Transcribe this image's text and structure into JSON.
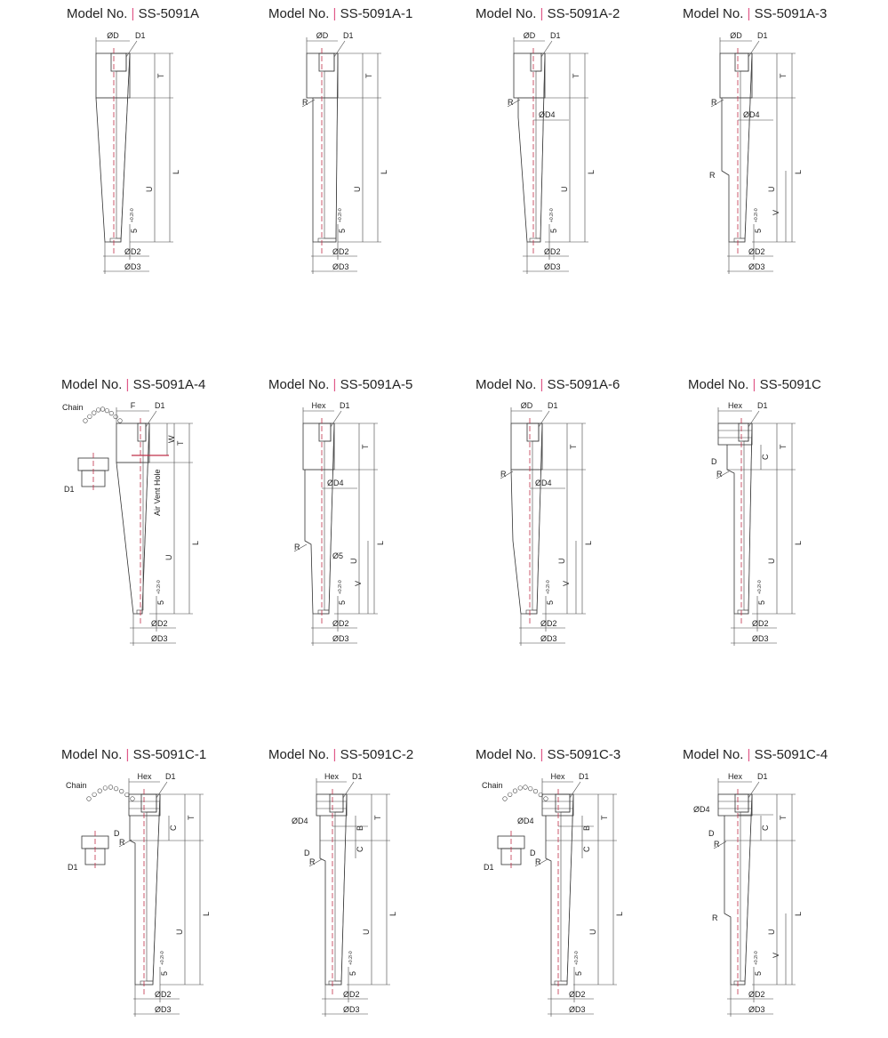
{
  "title_prefix": "Model No.",
  "colors": {
    "accent": "#e05a8a",
    "centerline": "#c0304a",
    "line": "#333333"
  },
  "models": [
    {
      "number": "SS-5091A",
      "labels": {
        "OD": "ØD",
        "D1": "D1",
        "T": "T",
        "L": "L",
        "U": "U",
        "five": "5",
        "tol": "+0.2/-0",
        "D2": "ØD2",
        "D3": "ØD3"
      }
    },
    {
      "number": "SS-5091A-1",
      "labels": {
        "OD": "ØD",
        "D1": "D1",
        "T": "T",
        "L": "L",
        "U": "U",
        "R": "R",
        "five": "5",
        "tol": "+0.2/-0",
        "D2": "ØD2",
        "D3": "ØD3"
      }
    },
    {
      "number": "SS-5091A-2",
      "labels": {
        "OD": "ØD",
        "D1": "D1",
        "T": "T",
        "L": "L",
        "U": "U",
        "R": "R",
        "D4": "ØD4",
        "five": "5",
        "tol": "+0.2/-0",
        "D2": "ØD2",
        "D3": "ØD3"
      }
    },
    {
      "number": "SS-5091A-3",
      "labels": {
        "OD": "ØD",
        "D1": "D1",
        "T": "T",
        "L": "L",
        "U": "U",
        "R": "R",
        "R2": "R",
        "D4": "ØD4",
        "V": "V",
        "five": "5",
        "tol": "+0.2/-0",
        "D2": "ØD2",
        "D3": "ØD3"
      }
    },
    {
      "number": "SS-5091A-4",
      "labels": {
        "OD": "F",
        "D1": "D1",
        "T": "T",
        "L": "L",
        "U": "U",
        "W": "W",
        "AVH": "Air Vent Hole",
        "Chain": "Chain",
        "CD1": "D1",
        "five": "5",
        "tol": "+0.2/-0",
        "D2": "ØD2",
        "D3": "ØD3"
      }
    },
    {
      "number": "SS-5091A-5",
      "labels": {
        "OD": "Hex",
        "D1": "D1",
        "T": "T",
        "L": "L",
        "U": "U",
        "D4": "ØD4",
        "R": "R",
        "D5": "Ø5",
        "V": "V",
        "five": "5",
        "tol": "+0.2/-0",
        "D2": "ØD2",
        "D3": "ØD3"
      }
    },
    {
      "number": "SS-5091A-6",
      "labels": {
        "OD": "ØD",
        "D1": "D1",
        "T": "T",
        "L": "L",
        "U": "U",
        "R": "R",
        "D4": "ØD4",
        "V": "V",
        "five": "5",
        "tol": "+0.2/-0",
        "D2": "ØD2",
        "D3": "ØD3"
      }
    },
    {
      "number": "SS-5091C",
      "labels": {
        "OD": "Hex",
        "D1": "D1",
        "T": "T",
        "L": "L",
        "U": "U",
        "C": "C",
        "D": "D",
        "R": "R",
        "five": "5",
        "tol": "+0.2/-0",
        "D2": "ØD2",
        "D3": "ØD3"
      }
    },
    {
      "number": "SS-5091C-1",
      "labels": {
        "OD": "Hex",
        "D1": "D1",
        "T": "T",
        "L": "L",
        "U": "U",
        "C": "C",
        "D": "D",
        "R": "R",
        "Chain": "Chain",
        "CD1": "D1",
        "five": "5",
        "tol": "+0.2/-0",
        "D2": "ØD2",
        "D3": "ØD3"
      }
    },
    {
      "number": "SS-5091C-2",
      "labels": {
        "OD": "Hex",
        "D1": "D1",
        "T": "T",
        "L": "L",
        "U": "U",
        "C": "C",
        "B": "B",
        "D": "D",
        "R": "R",
        "D4": "ØD4",
        "five": "5",
        "tol": "+0.2/-0",
        "D2": "ØD2",
        "D3": "ØD3"
      }
    },
    {
      "number": "SS-5091C-3",
      "labels": {
        "OD": "Hex",
        "D1": "D1",
        "T": "T",
        "L": "L",
        "U": "U",
        "C": "C",
        "B": "B",
        "D": "D",
        "R": "R",
        "D4": "ØD4",
        "Chain": "Chain",
        "CD1": "D1",
        "five": "5",
        "tol": "+0.2/-0",
        "D2": "ØD2",
        "D3": "ØD3"
      }
    },
    {
      "number": "SS-5091C-4",
      "labels": {
        "OD": "Hex",
        "D1": "D1",
        "T": "T",
        "L": "L",
        "U": "U",
        "C": "C",
        "D": "D",
        "R": "R",
        "R2": "R",
        "D4": "ØD4",
        "V": "V",
        "five": "5",
        "tol": "+0.2/-0",
        "D2": "ØD2",
        "D3": "ØD3"
      }
    }
  ]
}
